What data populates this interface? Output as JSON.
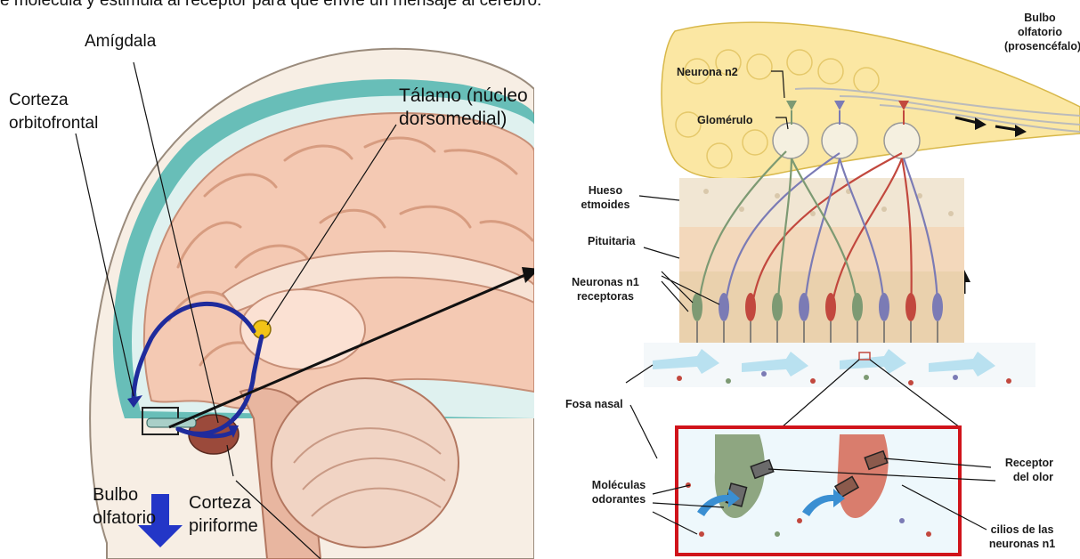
{
  "header_fragment": "e molécula y estimula al receptor para que envíe un mensaje al cerebro.",
  "left_figure": {
    "labels": {
      "amygdala": "Amígdala",
      "orbitofrontal_cortex": "Corteza\norbitofrontal",
      "thalamus": "Tálamo (núcleo\ndorsomedial)",
      "olfactory_bulb": "Bulbo\nolfatorio",
      "piriform_cortex": "Corteza\npiriforme"
    }
  },
  "right_figure": {
    "labels": {
      "olfactory_bulb": "Bulbo olfatorio\n(prosencéfalo)",
      "neuron_n2": "Neurona n2",
      "glomerulus": "Glomérulo",
      "ethmoid_bone": "Hueso\netmoides",
      "pituitary": "Pituitaria",
      "receptor_neurons": "Neuronas n1\nreceptoras",
      "nasal_cavity": "Fosa nasal",
      "odorant_molecules": "Moléculas\nodorantes",
      "odor_receptor": "Receptor\ndel olor",
      "cilia": "cilios de las\nneuronas n1"
    }
  },
  "colors": {
    "pathway_blue": "#1f2b9c",
    "brain_pink": "#f4c9b3",
    "bulb_yellow": "#fbe7a3",
    "inset_border": "#d0141b",
    "neuron_green": "#7d9a73",
    "neuron_red": "#c2483e",
    "neuron_purple": "#7b7bb5"
  }
}
